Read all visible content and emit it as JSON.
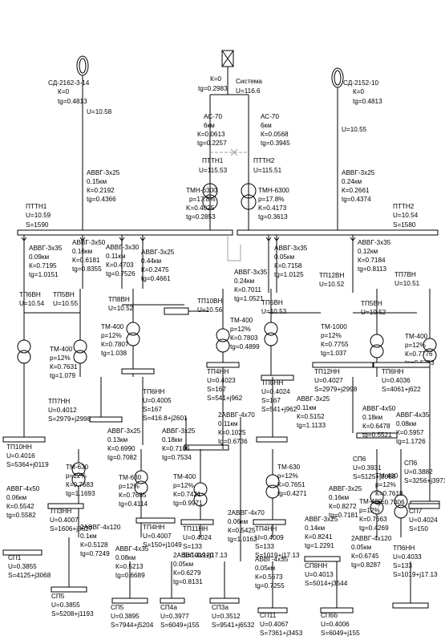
{
  "sources": {
    "left": [
      "СД-2162-3-14",
      "К=0",
      "tg=0.4813"
    ],
    "center": [
      "К=0",
      "tg=0.2983"
    ],
    "system": [
      "Система",
      "U=116.6"
    ],
    "right": [
      "СД-2152-10",
      "К=0",
      "tg=0.4813"
    ]
  },
  "voltages": {
    "left_u": "U=10.58",
    "right_u": "U=10.55",
    "t1_low": "U=115.53",
    "t2_low": "U=115.51"
  },
  "lines": {
    "ac70_1": [
      "АС-70",
      "6км",
      "К=0.0613",
      "tg=0.2257"
    ],
    "ac70_2": [
      "АС-70",
      "6км",
      "К=0.0568",
      "tg=0.3945"
    ],
    "left_feed": [
      "АВВГ-3x25",
      "0.15км",
      "К=0.2192",
      "tg=0.4366"
    ],
    "right_feed": [
      "АВВГ-3x25",
      "0.24км",
      "К=0.2661",
      "tg=0.4374"
    ]
  },
  "substation": {
    "ptt1": "ПТТН1",
    "ptt2": "ПТТН2",
    "t1": "ТМН-6300",
    "t2": "ТМН-6300",
    "t1_vals": [
      "p=17.8%",
      "K=0.4025",
      "tg=0.2853"
    ],
    "t2_vals": [
      "p=17.8%",
      "K=0.4173",
      "tg=0.3613"
    ]
  },
  "buses": {
    "bus1": [
      "ПТТН1",
      "U=10.59",
      "S=1590"
    ],
    "bus2": [
      "ПТТН2",
      "U=10.54",
      "S=1580"
    ]
  },
  "labels": {
    "upper_left": [
      [
        "АВВГ-3x35",
        "0.09км",
        "К=0.7195",
        "tg=1.0151"
      ],
      [
        "АВВГ-3x50",
        "0.16км",
        "К=0.6181",
        "tg=0.8355"
      ],
      [
        "АВВГ-3x30",
        "0.11км",
        "К=0.4703",
        "tg=0.7526"
      ],
      [
        "АВВГ-3x25",
        "0.44км",
        "К=0.2475",
        "tg=0.4661"
      ]
    ],
    "upper_right": [
      [
        "АВВГ-3x35",
        "0.24км",
        "К=0.7011",
        "tg=1.0521"
      ],
      [
        "АВВГ-3x35",
        "0.05км",
        "К=0.7158",
        "tg=1.0125"
      ],
      [
        "АВВГ-3x35",
        "0.12км",
        "К=0.7184",
        "tg=0.8113"
      ]
    ],
    "tp_row": [
      [
        "ТП6ВН",
        "U=10.54"
      ],
      [
        "ТП5ВН",
        "U=10.55"
      ],
      [
        "ТП8ВН",
        "U=10.52"
      ],
      [
        "ТП10ВН",
        "U=10.56"
      ],
      [
        "ТП6ВН",
        "U=10.53"
      ],
      [
        "ТП12ВН",
        "U=10.52"
      ],
      [
        "ТП5ВН",
        "U=10.52"
      ],
      [
        "ТП7ВН",
        "U=10.51"
      ]
    ],
    "transformers": [
      [
        "ТМ-400",
        "p=12%",
        "К=0.7631",
        "tg=1.079"
      ],
      [
        "ТМ-400",
        "p=12%",
        "К=0.7807",
        "tg=1.038"
      ],
      [
        "ТМ-400",
        "p=12%",
        "К=0.7803",
        "tg=0.4899"
      ],
      [
        "ТМ-1000",
        "p=12%",
        "К=0.7755",
        "tg=1.037"
      ],
      [
        "ТМ-400",
        "p=12%",
        "К=0.7776",
        "tg=0.6793"
      ]
    ],
    "loads_mid": [
      [
        "ТП4НН",
        "U=0.4023",
        "S=167",
        "S=541+j962"
      ],
      [
        "ТП6НН",
        "U=0.4005",
        "S=167",
        "S=416.8+j2601"
      ],
      [
        "ТП8НН",
        "U=0.4024",
        "S=167",
        "S=541+j962"
      ],
      [
        "ТП12НН",
        "U=0.4027",
        "S=2979+j2998"
      ],
      [
        "ТП6НН",
        "U=0.4036",
        "S=4061+j622"
      ]
    ],
    "lower_cables": [
      [
        "АВВГ-3x25",
        "0.13км",
        "К=0.6990",
        "tg=0.7082"
      ],
      [
        "АВВГ-3x25",
        "0.18км",
        "К=0.7106",
        "tg=0.7534"
      ],
      [
        "2АВВГ-4x70",
        "0.11км",
        "К=0.1025",
        "tg=0.6736"
      ],
      [
        "АВВГ-3x25",
        "0.11км",
        "К=0.5152",
        "tg=1.1133"
      ],
      [
        "АВВГ-4x50",
        "0.18км",
        "К=0.6478",
        "tg=0.5521"
      ],
      [
        "АВВГ-4x35",
        "0.08км",
        "К=0.5957",
        "tg=1.1726"
      ],
      [
        "АВВГ-4x50",
        "0.06км",
        "К=0.5542",
        "tg=0.5582"
      ]
    ],
    "lower_transformers": [
      [
        "ТМ-630",
        "p=12%",
        "К=0.7683",
        "tg=1.1693"
      ],
      [
        "ТМ-630",
        "p=12%",
        "К=0.7685",
        "tg=0.4114"
      ],
      [
        "ТМ-400",
        "p=12%",
        "К=0.7421",
        "tg=0.9971"
      ],
      [
        "ТМ-630",
        "p=12%",
        "К=0.7651",
        "tg=0.4271"
      ],
      [
        "ТМ-400",
        "p=12%",
        "К=0.7663",
        "tg=0.4269"
      ],
      [
        "ТМ-400",
        "p=12%",
        "К=0.7618",
        "tg=0.7406"
      ]
    ],
    "lower_loads": [
      [
        "ТП10НН",
        "U=0.4016",
        "S=5364+j0119"
      ],
      [
        "ТП7НН",
        "U=0.4012",
        "S=2979+j2998"
      ],
      [
        "ТП3НН",
        "U=0.4007",
        "S=1606+j3627"
      ],
      [
        "СП1",
        "U=0.3855",
        "S=4125+j3068"
      ],
      [
        "ТП4НН",
        "U=0.4007",
        "S=150+j1049"
      ],
      [
        "ТП11НН",
        "U=0.4024",
        "S=133",
        "S=1019+j17.13"
      ],
      [
        "ТП4НН",
        "U=0.4009",
        "S=133",
        "S=1019+j17.13"
      ],
      [
        "СП6",
        "U=0.3931",
        "S=5125+j3068"
      ],
      [
        "СП6",
        "U=0.3882",
        "S=3256+j3971"
      ],
      [
        "СП7",
        "U=0.4024",
        "S=150"
      ]
    ],
    "bottom_cables": [
      [
        "2АВВГ-4x120",
        "0.1км",
        "К=0.5128",
        "tg=0.7249"
      ],
      [
        "АВВГ-4x35",
        "0.08км",
        "К=0.5213",
        "tg=0.6689"
      ],
      [
        "2АВВГ-4x120",
        "0.05км",
        "К=0.6279",
        "tg=0.8131"
      ],
      [
        "2АВВГ-4x70",
        "0.06км",
        "К=0.5425",
        "tg=1.0162"
      ],
      [
        "АВВГ-4x35",
        "0.05км",
        "К=0.5673",
        "tg=0.7255"
      ],
      [
        "АВВГ-3x25",
        "0.14км",
        "К=0.8241",
        "tg=1.2291"
      ],
      [
        "2АВВГ-4x120",
        "0.05км",
        "К=0.6745",
        "tg=0.8287"
      ],
      [
        "АВВГ-3x25",
        "0.16км",
        "К=0.8272",
        "tg=0.7181"
      ]
    ],
    "bottom_loads": [
      [
        "СП5",
        "U=0.3855",
        "S=5208+j1193"
      ],
      [
        "СП5",
        "U=0.3895",
        "S=7944+j5204"
      ],
      [
        "СП4а",
        "U=0.3977",
        "S=6049+j155"
      ],
      [
        "СП3а",
        "U=0.3512",
        "S=9541+j6532"
      ],
      [
        "СП11",
        "U=0.4067",
        "S=7361+j3453"
      ],
      [
        "СП8НН",
        "U=0.4013",
        "S=5014+j3544"
      ],
      [
        "СП6б",
        "U=0.4006",
        "S=6049+j155"
      ],
      [
        "ТП6НН",
        "U=0.4033",
        "S=133",
        "S=1019+j17.13"
      ]
    ]
  }
}
